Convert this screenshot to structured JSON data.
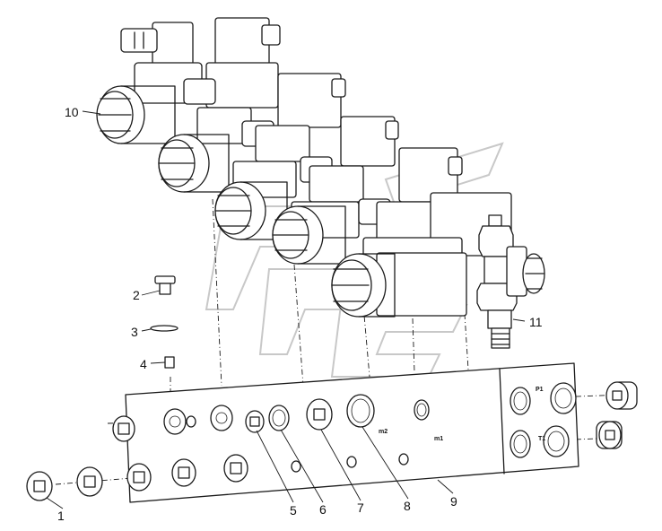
{
  "callouts": [
    {
      "id": "1",
      "label": "1"
    },
    {
      "id": "2",
      "label": "2"
    },
    {
      "id": "3",
      "label": "3"
    },
    {
      "id": "4",
      "label": "4"
    },
    {
      "id": "5",
      "label": "5"
    },
    {
      "id": "6",
      "label": "6"
    },
    {
      "id": "7",
      "label": "7"
    },
    {
      "id": "8",
      "label": "8"
    },
    {
      "id": "9",
      "label": "9"
    },
    {
      "id": "10",
      "label": "10"
    },
    {
      "id": "11",
      "label": "11"
    }
  ],
  "ports": {
    "m1": "m1",
    "m2": "m2",
    "p1": "P1",
    "t1": "T1"
  }
}
